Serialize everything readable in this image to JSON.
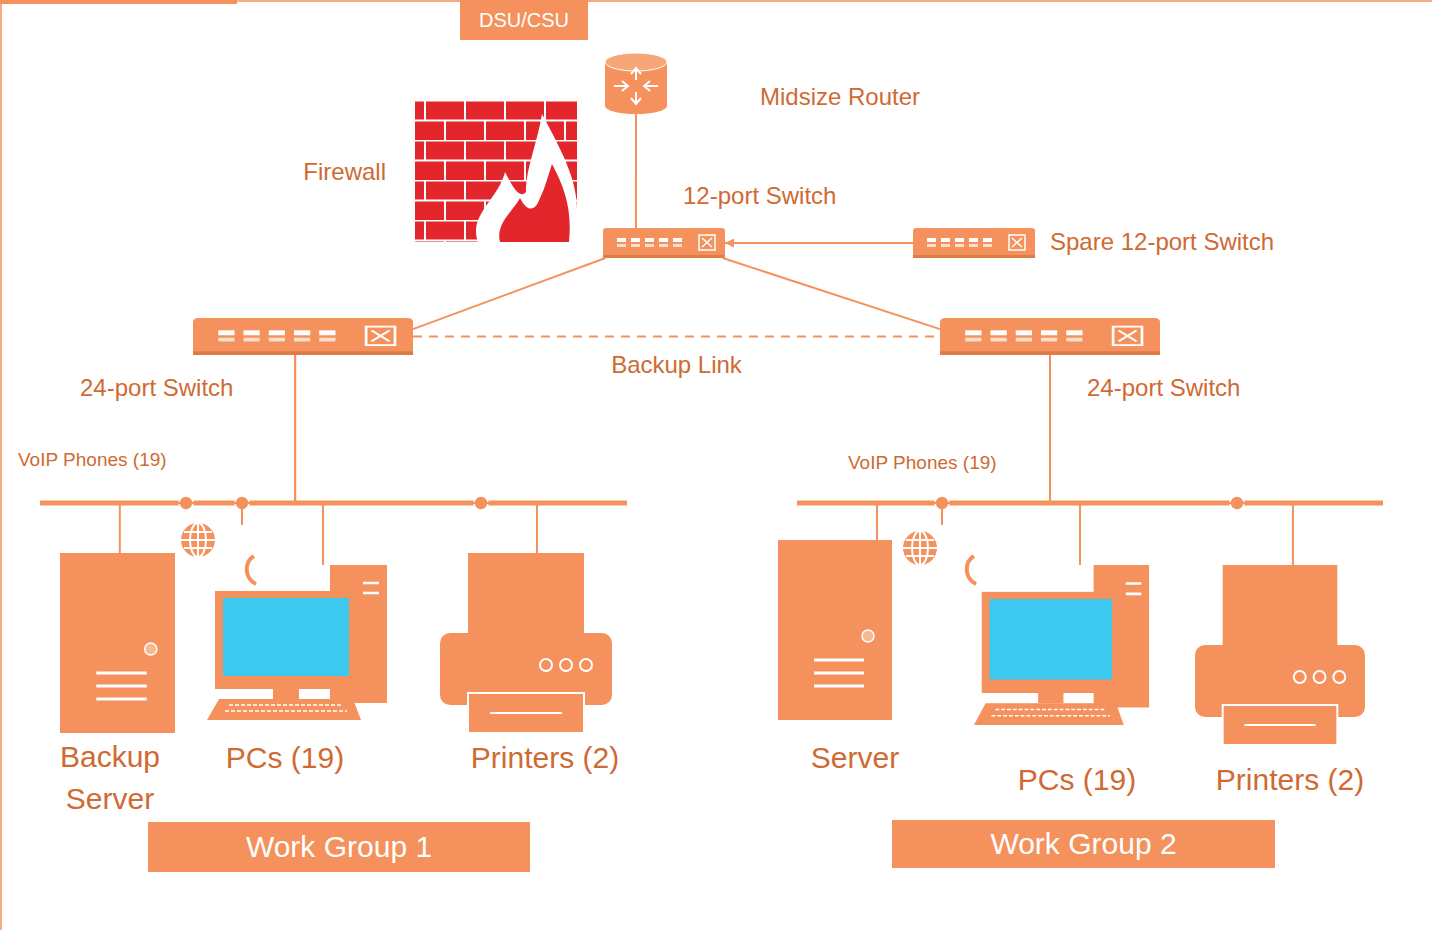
{
  "diagram": {
    "nodes": [
      {
        "text": [
          "DSU/CSU"
        ]
      },
      {
        "text": [
          "Midsize Router"
        ]
      },
      {
        "text": [
          "Firewall"
        ]
      },
      {
        "text": [
          "12-port Switch"
        ]
      },
      {
        "text": [
          "Spare 12-port Switch"
        ]
      },
      {
        "text": [
          "24-port Switch"
        ]
      },
      {
        "text": [
          "24-port Switch"
        ]
      },
      {
        "text": [
          "Backup Server"
        ]
      },
      {
        "text": [
          "PCs (19)"
        ]
      },
      {
        "text": [
          "Printers (2)"
        ]
      },
      {
        "text": [
          "Work Group 1"
        ]
      },
      {
        "text": [
          "Server"
        ]
      },
      {
        "text": [
          "PCs (19)"
        ]
      },
      {
        "text": [
          "Printers (2)"
        ]
      },
      {
        "text": [
          "Work Group 2"
        ]
      }
    ],
    "edges": [
      {
        "from": 1,
        "to": 3,
        "arrow": "none"
      },
      {
        "from": 4,
        "to": 3,
        "arrow": "to"
      },
      {
        "from": 3,
        "to": 5,
        "arrow": "none"
      },
      {
        "from": 3,
        "to": 6,
        "arrow": "none"
      },
      {
        "from": 5,
        "to": 6,
        "label": "Backup Link",
        "arrow": "none"
      },
      {
        "from": 5,
        "to": 7,
        "arrow": "none"
      },
      {
        "from": 5,
        "to": 8,
        "arrow": "none"
      },
      {
        "from": 5,
        "to": 9,
        "arrow": "none"
      },
      {
        "from": 6,
        "to": 11,
        "arrow": "none"
      },
      {
        "from": 6,
        "to": 12,
        "arrow": "none"
      },
      {
        "from": 6,
        "to": 13,
        "arrow": "none"
      }
    ],
    "labels": [
      "VoIP Phones (19)",
      "VoIP Phones (19)"
    ]
  }
}
